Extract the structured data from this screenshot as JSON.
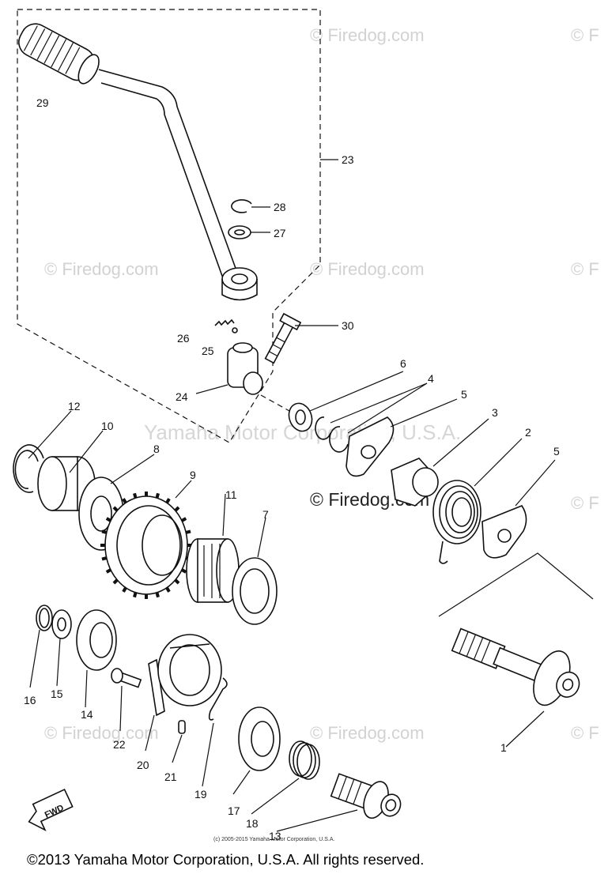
{
  "watermarks": {
    "firedog": "© Firedog.com",
    "firedog_short": "© F",
    "yamaha": "Yamaha Motor Corporation, U.S.A."
  },
  "callouts": [
    "1",
    "2",
    "3",
    "4",
    "5",
    "5",
    "6",
    "7",
    "8",
    "9",
    "10",
    "11",
    "12",
    "13",
    "14",
    "15",
    "16",
    "17",
    "18",
    "19",
    "20",
    "21",
    "22",
    "23",
    "24",
    "25",
    "26",
    "27",
    "28",
    "29",
    "30"
  ],
  "fwd_label": "FWD",
  "small_copyright": "(c) 2005-2015 Yamaha Motor Corporation, U.S.A.",
  "footer": "©2013 Yamaha Motor Corporation, U.S.A. All rights reserved."
}
